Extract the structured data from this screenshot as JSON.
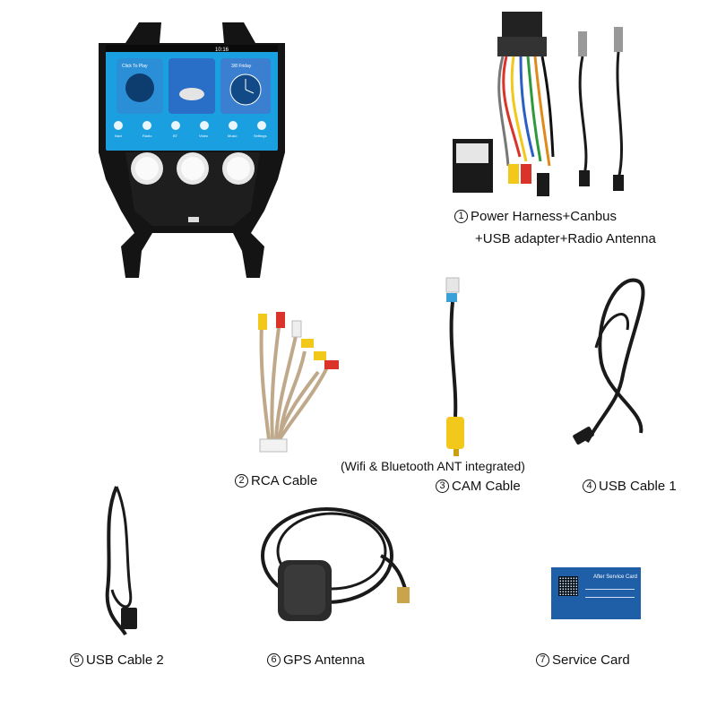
{
  "items": [
    {
      "num": "1",
      "text": "Power Harness+Canbus",
      "text2": "+USB adapter+Radio Antenna"
    },
    {
      "num": "2",
      "text": "RCA Cable"
    },
    {
      "num": "3",
      "text": "CAM Cable"
    },
    {
      "num": "4",
      "text": "USB Cable 1"
    },
    {
      "num": "5",
      "text": "USB Cable 2"
    },
    {
      "num": "6",
      "text": "GPS Antenna"
    },
    {
      "num": "7",
      "text": "Service Card"
    }
  ],
  "note": "(Wifi & Bluetooth ANT integrated)",
  "screen": {
    "time": "10:16",
    "play_label": "Click To Play",
    "date_label": "3/8 Friday",
    "apps": [
      "Navi",
      "Radio",
      "BT",
      "Video",
      "Music",
      "Settings"
    ]
  },
  "service_card": {
    "title": "After Service Card"
  },
  "colors": {
    "cable_black": "#1a1a1a",
    "rca_red": "#d9332a",
    "rca_yellow": "#f2c81a",
    "rca_white": "#eeeeee",
    "card_blue": "#1e5fa8"
  }
}
